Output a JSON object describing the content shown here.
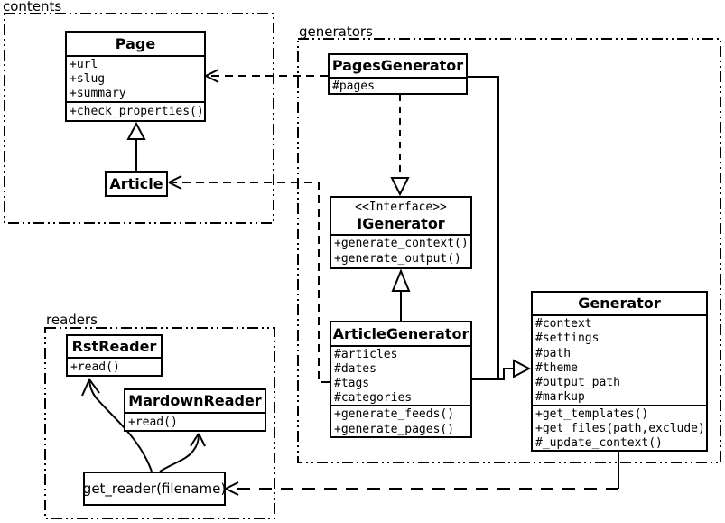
{
  "diagram": {
    "kind": "uml-class-diagram",
    "line_color": "#000000",
    "background_color": "#ffffff"
  },
  "packages": {
    "contents": {
      "label": "contents"
    },
    "generators": {
      "label": "generators"
    },
    "readers": {
      "label": "readers"
    }
  },
  "classes": {
    "page": {
      "title": "Page",
      "attributes": [
        "+url",
        "+slug",
        "+summary"
      ],
      "methods": [
        "+check_properties()"
      ]
    },
    "article": {
      "title": "Article"
    },
    "pages_generator": {
      "title": "PagesGenerator",
      "attributes": [
        "#pages"
      ]
    },
    "igenerator": {
      "stereotype": "<<Interface>>",
      "title": "IGenerator",
      "methods": [
        "+generate_context()",
        "+generate_output()"
      ]
    },
    "article_generator": {
      "title": "ArticleGenerator",
      "attributes": [
        "#articles",
        "#dates",
        "#tags",
        "#categories"
      ],
      "methods": [
        "+generate_feeds()",
        "+generate_pages()"
      ]
    },
    "generator": {
      "title": "Generator",
      "attributes": [
        "#context",
        "#settings",
        "#path",
        "#theme",
        "#output_path",
        "#markup"
      ],
      "methods": [
        "+get_templates()",
        "+get_files(path,exclude)",
        "#_update_context()"
      ]
    },
    "rst_reader": {
      "title": "RstReader",
      "methods": [
        "+read()"
      ]
    },
    "mardown_reader": {
      "title": "MardownReader",
      "methods": [
        "+read()"
      ]
    },
    "get_reader": {
      "title": "get_reader(filename)"
    }
  },
  "relationships": [
    {
      "from": "Article",
      "to": "Page",
      "type": "generalization",
      "line": "solid"
    },
    {
      "from": "PagesGenerator",
      "to": "Page",
      "type": "dependency",
      "line": "dashed"
    },
    {
      "from": "PagesGenerator",
      "to": "IGenerator",
      "type": "realization",
      "line": "dashed"
    },
    {
      "from": "ArticleGenerator",
      "to": "IGenerator",
      "type": "generalization",
      "line": "solid"
    },
    {
      "from": "ArticleGenerator",
      "to": "Article",
      "type": "dependency",
      "line": "dashed"
    },
    {
      "from": "PagesGenerator",
      "to": "Generator",
      "type": "generalization",
      "line": "solid"
    },
    {
      "from": "ArticleGenerator",
      "to": "Generator",
      "type": "generalization",
      "line": "solid"
    },
    {
      "from": "Generator",
      "to": "get_reader(filename)",
      "type": "dependency",
      "line": "dashed"
    },
    {
      "from": "get_reader(filename)",
      "to": "RstReader",
      "type": "association",
      "line": "curved"
    },
    {
      "from": "get_reader(filename)",
      "to": "MardownReader",
      "type": "association",
      "line": "curved"
    }
  ]
}
